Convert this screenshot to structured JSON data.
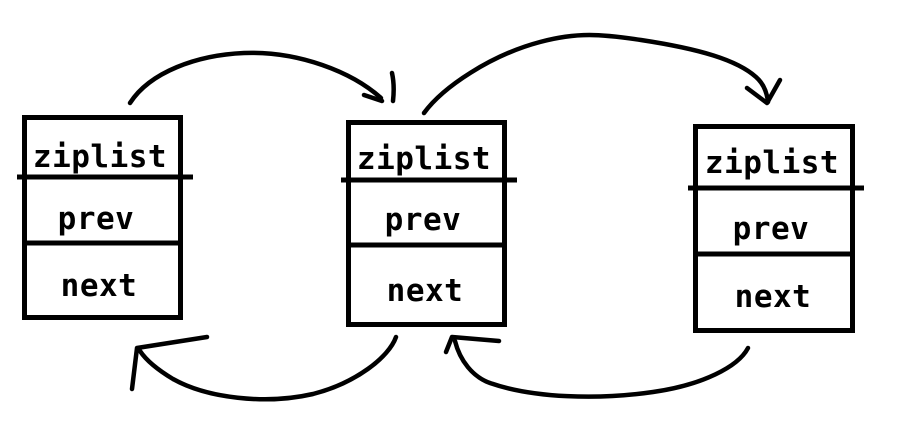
{
  "diagram": {
    "description": "Doubly linked list of ziplist nodes",
    "colors": {
      "background": "#ffffff",
      "stroke": "#000000",
      "text": "#000000"
    },
    "nodes": [
      {
        "header": "ziplist",
        "prev": "prev",
        "next": "next"
      },
      {
        "header": "ziplist",
        "prev": "prev",
        "next": "next"
      },
      {
        "header": "ziplist",
        "prev": "prev",
        "next": "next"
      }
    ],
    "arrows": [
      {
        "name": "next-arrow-node1-to-node2",
        "direction": "forward"
      },
      {
        "name": "next-arrow-node2-to-node3",
        "direction": "forward"
      },
      {
        "name": "prev-arrow-node2-to-node1",
        "direction": "backward"
      },
      {
        "name": "prev-arrow-node3-to-node2",
        "direction": "backward"
      }
    ]
  }
}
